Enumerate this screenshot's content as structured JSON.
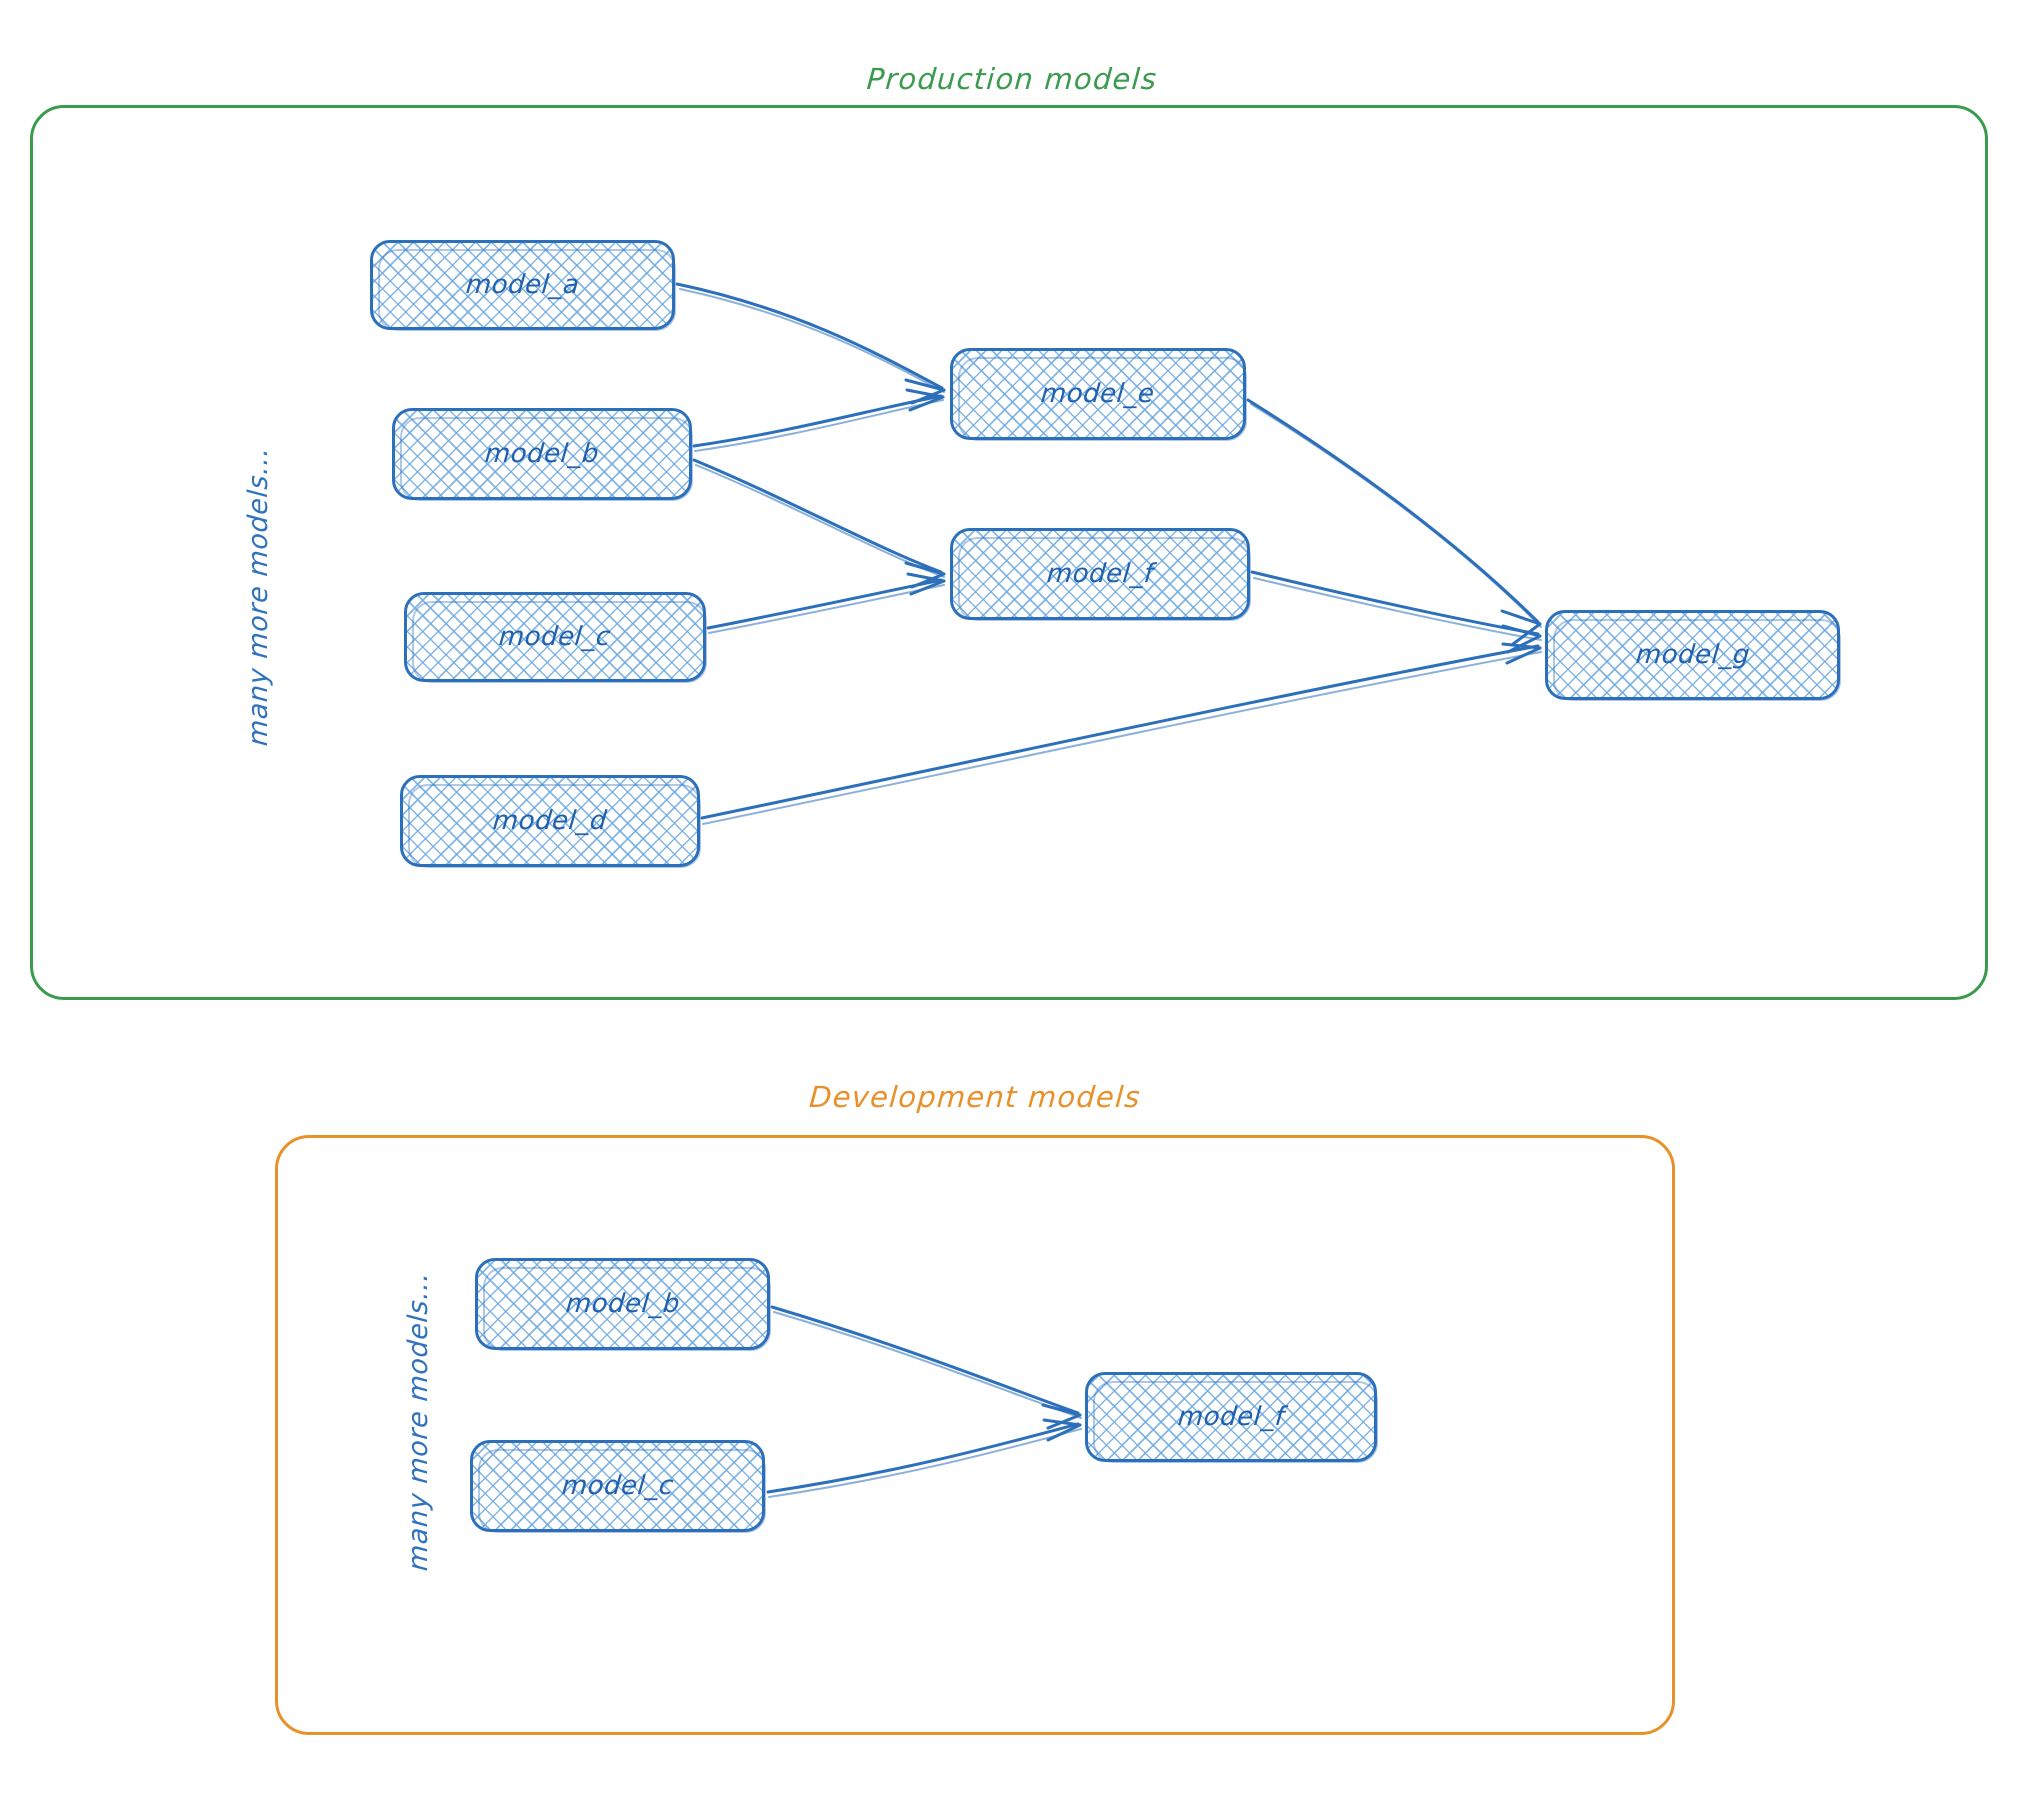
{
  "diagram": {
    "background": "#ffffff",
    "node_border_color": "#2c6fbb",
    "node_label_color": "#2060ae",
    "edge_color": "#2c6fbb",
    "groups": [
      {
        "id": "production",
        "title": "Production models",
        "title_color": "#3a9b4e",
        "border_color": "#3a9b4e",
        "side_note": "many more models...",
        "note_color": "#2f72bd",
        "nodes": [
          {
            "id": "prod_a",
            "label": "model_a"
          },
          {
            "id": "prod_b",
            "label": "model_b"
          },
          {
            "id": "prod_c",
            "label": "model_c"
          },
          {
            "id": "prod_d",
            "label": "model_d"
          },
          {
            "id": "prod_e",
            "label": "model_e"
          },
          {
            "id": "prod_f",
            "label": "model_f"
          },
          {
            "id": "prod_g",
            "label": "model_g"
          }
        ],
        "edges": [
          {
            "from": "model_a",
            "to": "model_e"
          },
          {
            "from": "model_b",
            "to": "model_e"
          },
          {
            "from": "model_b",
            "to": "model_f"
          },
          {
            "from": "model_c",
            "to": "model_f"
          },
          {
            "from": "model_e",
            "to": "model_g"
          },
          {
            "from": "model_f",
            "to": "model_g"
          },
          {
            "from": "model_d",
            "to": "model_g"
          }
        ]
      },
      {
        "id": "development",
        "title": "Development models",
        "title_color": "#e8912a",
        "border_color": "#e8912a",
        "side_note": "many more models...",
        "note_color": "#2f72bd",
        "nodes": [
          {
            "id": "dev_b",
            "label": "model_b"
          },
          {
            "id": "dev_c",
            "label": "model_c"
          },
          {
            "id": "dev_f",
            "label": "model_f"
          }
        ],
        "edges": [
          {
            "from": "model_b",
            "to": "model_f"
          },
          {
            "from": "model_c",
            "to": "model_f"
          }
        ]
      }
    ]
  }
}
